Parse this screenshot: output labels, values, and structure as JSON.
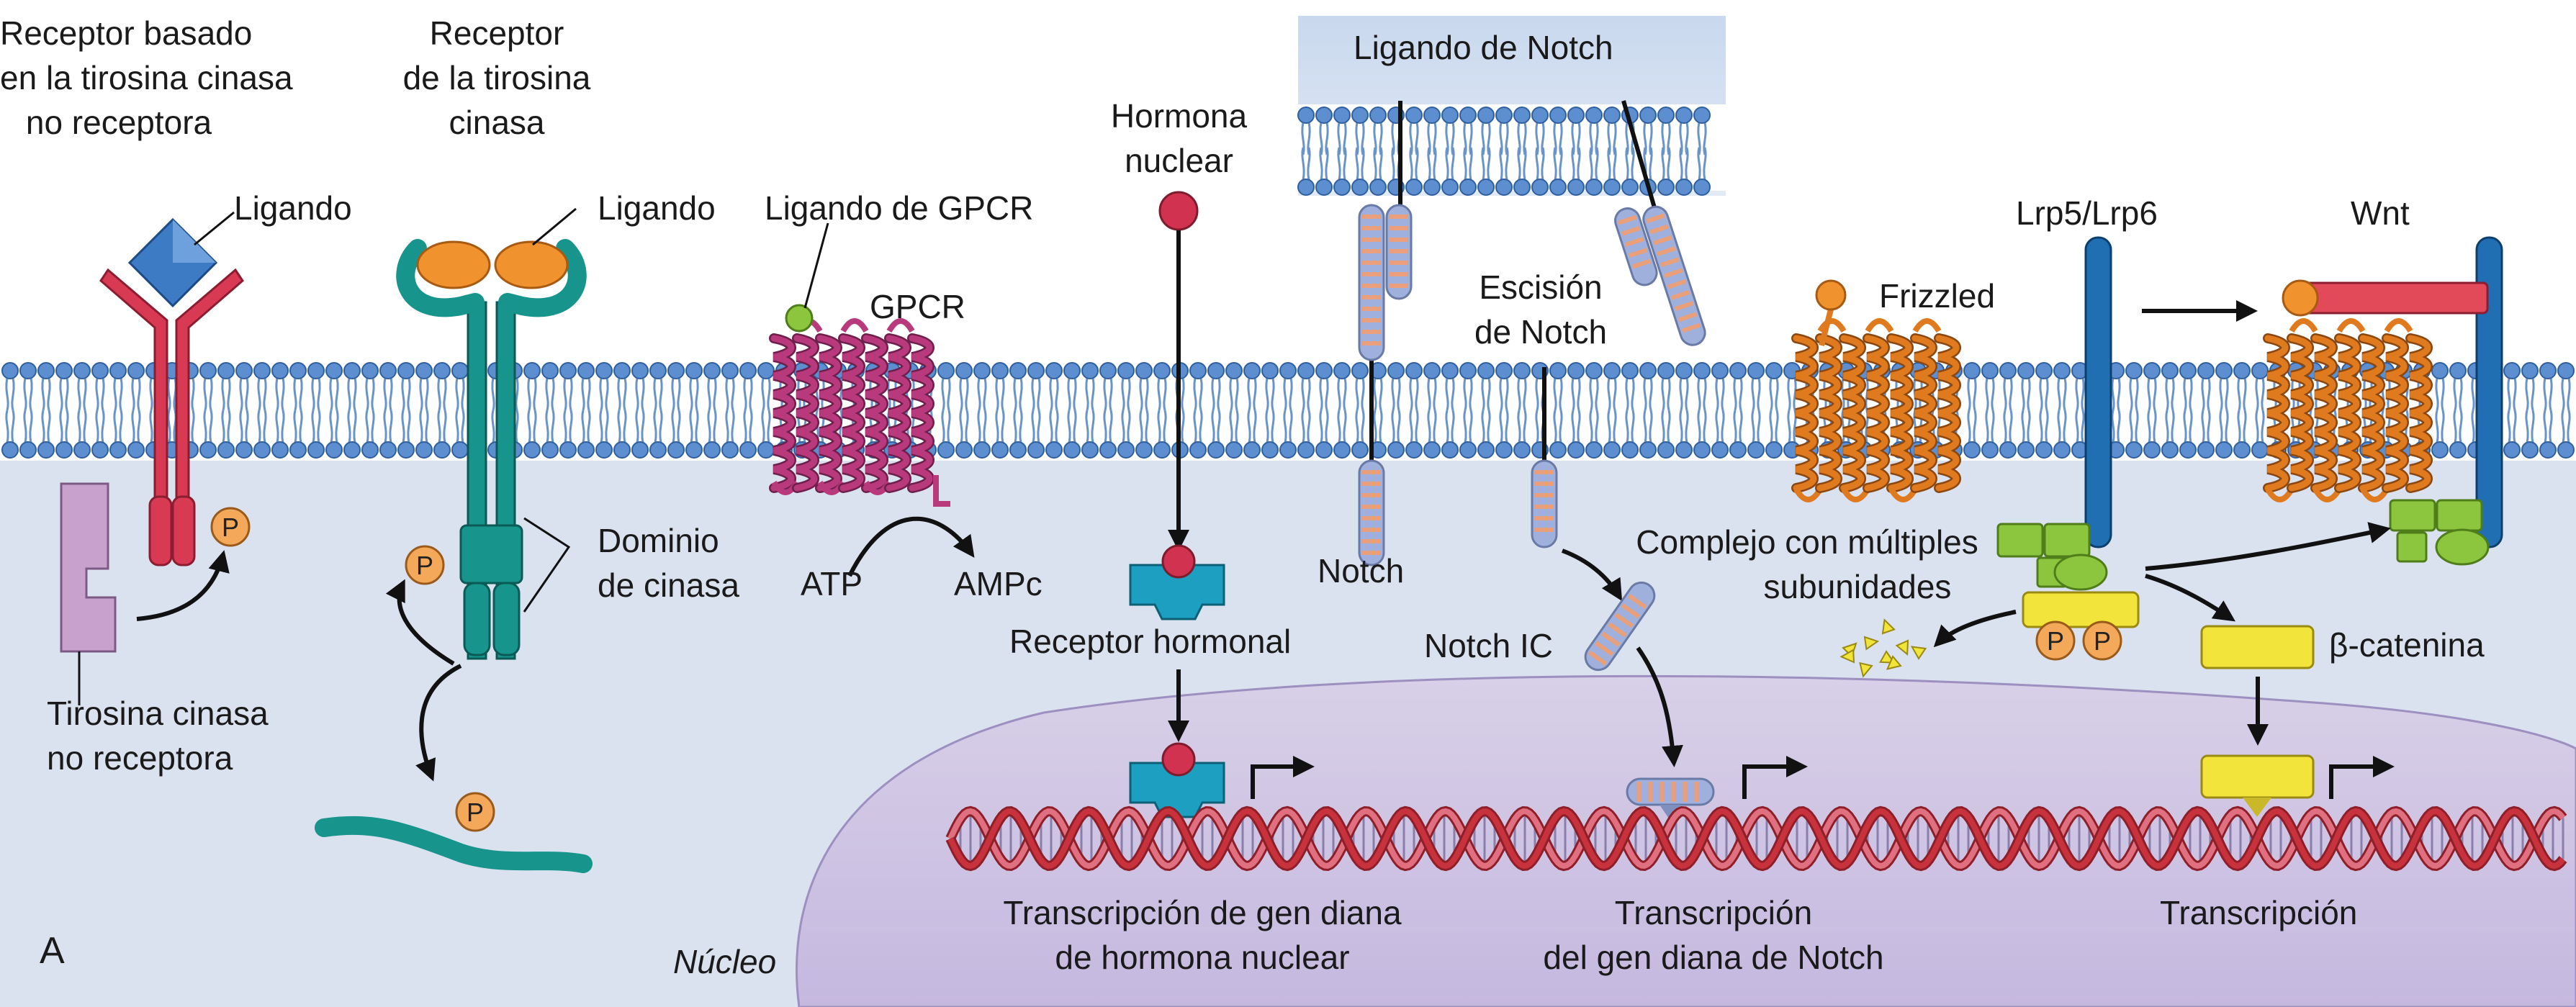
{
  "panel_letter": "A",
  "colors": {
    "cytoplasm": "#dbe2ef",
    "nucleus": "#cfc4e4",
    "membrane_head": "#5d8fd0",
    "receptor_red": "#d73a52",
    "non_receptor_kinase": "#c8a1cd",
    "rtk_teal": "#17958d",
    "ligand_orange": "#f0922e",
    "gpcr_magenta": "#b83a7d",
    "hormone_receptor_cyan": "#1d9fc1",
    "notch_stripe": "#9fb0dc",
    "frizzled_orange": "#e07a1e",
    "lrp_blue": "#1f6fb2",
    "complex_green": "#8cc63f",
    "beta_catenin_yellow": "#f3e43c",
    "phosphate": "#f4a95a",
    "dna_red": "#c8323c"
  },
  "labels": {
    "nrtk_title": [
      "Receptor basado",
      "en la tirosina cinasa",
      "no receptora"
    ],
    "rtk_title": [
      "Receptor",
      "de la tirosina",
      "cinasa"
    ],
    "ligand_1": "Ligando",
    "ligand_2": "Ligando",
    "nrtk_name": [
      "Tirosina cinasa",
      "no receptora"
    ],
    "kinase_domain": [
      "Dominio",
      "de cinasa"
    ],
    "gpcr_ligand": "Ligando de GPCR",
    "gpcr": "GPCR",
    "atp": "ATP",
    "camp": "AMPc",
    "nuclear_hormone": [
      "Hormona",
      "nuclear"
    ],
    "hormone_receptor": "Receptor hormonal",
    "notch_ligand": "Ligando de Notch",
    "notch": "Notch",
    "notch_cleavage": [
      "Escisión",
      "de Notch"
    ],
    "notch_ic": "Notch IC",
    "frizzled": "Frizzled",
    "lrp": "Lrp5/Lrp6",
    "wnt": "Wnt",
    "complex": [
      "Complejo con múltiples",
      "subunidades"
    ],
    "beta_catenin": "β-catenina",
    "tx_hormone": [
      "Transcripción de gen diana",
      "de hormona nuclear"
    ],
    "tx_notch": [
      "Transcripción",
      "del gen diana de Notch"
    ],
    "tx_wnt": "Transcripción",
    "nucleus": "Núcleo",
    "phosphate": "P"
  }
}
